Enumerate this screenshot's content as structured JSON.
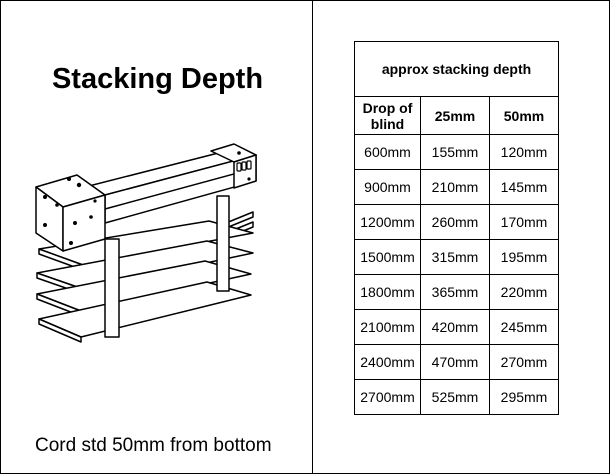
{
  "left": {
    "title": "Stacking Depth",
    "caption": "Cord std 50mm from bottom"
  },
  "table": {
    "caption": "approx stacking depth",
    "headers": [
      "Drop of blind",
      "25mm",
      "50mm"
    ],
    "rows": [
      [
        "600mm",
        "155mm",
        "120mm"
      ],
      [
        "900mm",
        "210mm",
        "145mm"
      ],
      [
        "1200mm",
        "260mm",
        "170mm"
      ],
      [
        "1500mm",
        "315mm",
        "195mm"
      ],
      [
        "1800mm",
        "365mm",
        "220mm"
      ],
      [
        "2100mm",
        "420mm",
        "245mm"
      ],
      [
        "2400mm",
        "470mm",
        "270mm"
      ],
      [
        "2700mm",
        "525mm",
        "295mm"
      ]
    ]
  }
}
